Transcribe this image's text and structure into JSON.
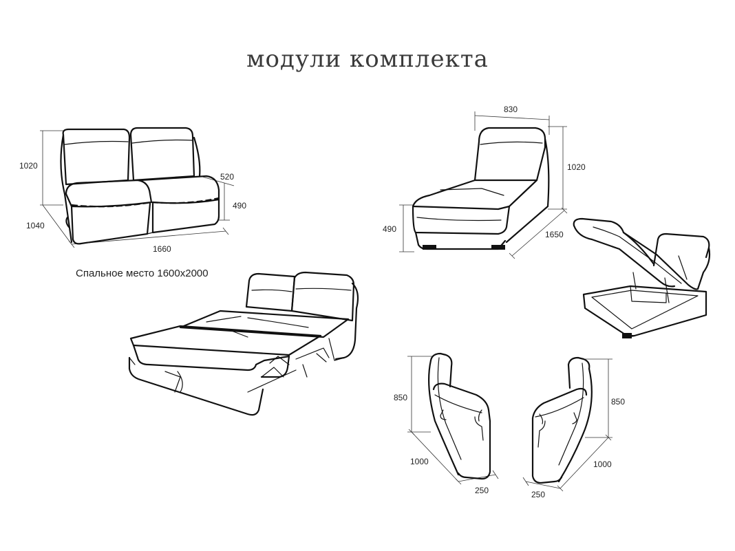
{
  "title": "модули комплекта",
  "sofa": {
    "height": "1020",
    "depth": "1040",
    "width": "1660",
    "seat_depth": "520",
    "seat_height": "490"
  },
  "sleeping_place": "Спальное место 1600х2000",
  "chaise": {
    "width": "830",
    "height": "1020",
    "seat_height": "490",
    "length": "1650"
  },
  "armrest_left": {
    "height": "850",
    "depth": "1000",
    "width": "250"
  },
  "armrest_right": {
    "height": "850",
    "depth": "1000",
    "width": "250"
  }
}
